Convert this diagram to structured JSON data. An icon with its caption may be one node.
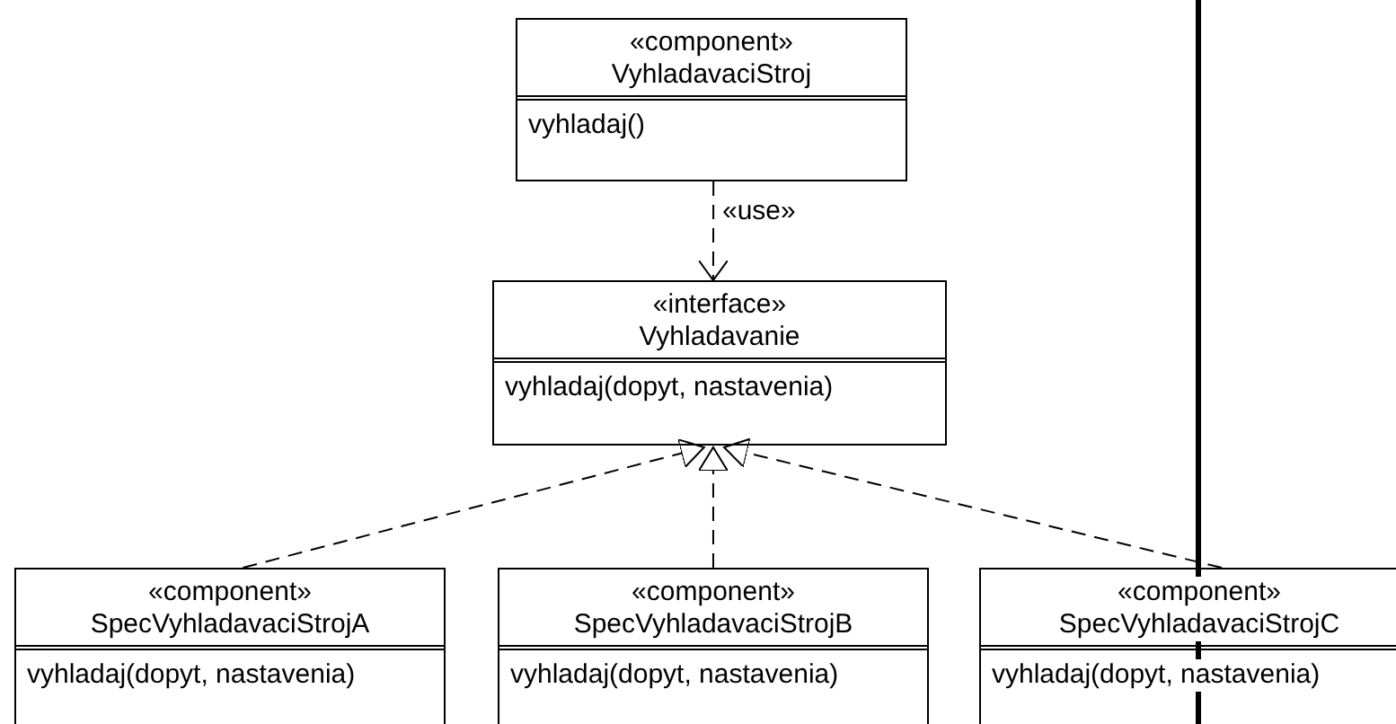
{
  "diagram": {
    "nodes": [
      {
        "text": [
          "«component»",
          "VyhladavaciStroj",
          "vyhladaj()"
        ]
      },
      {
        "text": [
          "«interface»",
          "Vyhladavanie",
          "vyhladaj(dopyt, nastavenia)"
        ]
      },
      {
        "text": [
          "«component»",
          "SpecVyhladavaciStrojA",
          "vyhladaj(dopyt, nastavenia)"
        ]
      },
      {
        "text": [
          "«component»",
          "SpecVyhladavaciStrojB",
          "vyhladaj(dopyt, nastavenia)"
        ]
      },
      {
        "text": [
          "«component»",
          "SpecVyhladavaciStrojC",
          "vyhladaj(dopyt, nastavenia)"
        ]
      }
    ],
    "edges": [
      {
        "from": 0,
        "to": 1,
        "arrow": "to",
        "label": "«use»",
        "style": "dashed"
      },
      {
        "from": 2,
        "to": 1,
        "arrow": "to",
        "style": "dashed"
      },
      {
        "from": 3,
        "to": 1,
        "arrow": "to",
        "style": "dashed"
      },
      {
        "from": 4,
        "to": 1,
        "arrow": "to",
        "style": "dashed"
      }
    ]
  }
}
